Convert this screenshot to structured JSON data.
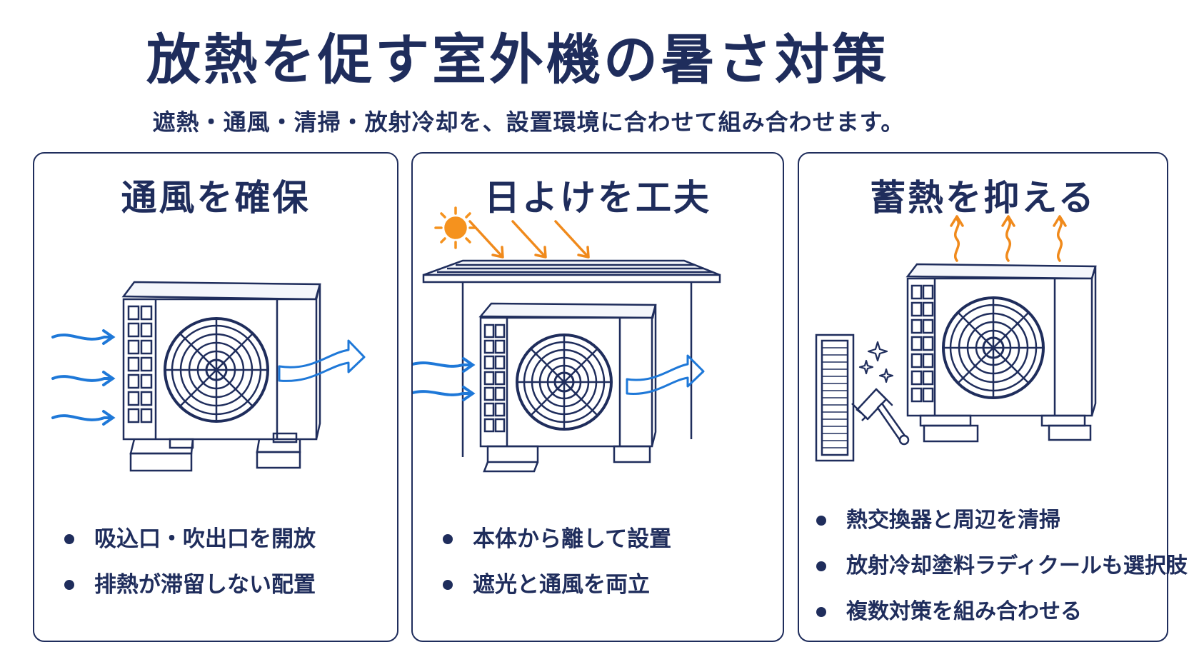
{
  "title": "放熱を促す室外機の暑さ対策",
  "subtitle": "遮熱・通風・清掃・放射冷却を、設置環境に合わせて組み合わせます。",
  "colors": {
    "navy": "#1f2d5c",
    "blue_arrow": "#1e78d8",
    "orange": "#f08a1c",
    "sun": "#f5921e"
  },
  "panels": [
    {
      "title": "通風を確保",
      "icons": [
        "air-intake-arrow-icon",
        "outdoor-unit-icon",
        "exhaust-arrow-icon"
      ],
      "bullets": [
        "吸込口・吹出口を開放",
        "排熱が滞留しない配置"
      ]
    },
    {
      "title": "日よけを工夫",
      "icons": [
        "sun-icon",
        "sunlight-arrow-icon",
        "canopy-icon",
        "outdoor-unit-icon"
      ],
      "bullets": [
        "本体から離して設置",
        "遮光と通風を両立"
      ]
    },
    {
      "title": "蓄熱を抑える",
      "icons": [
        "heat-wave-icon",
        "filter-icon",
        "sparkle-icon",
        "brush-icon",
        "outdoor-unit-icon"
      ],
      "bullets": [
        "熱交換器と周辺を清掃",
        "放射冷却塗料ラディクールも選択肢",
        "複数対策を組み合わせる"
      ]
    }
  ]
}
